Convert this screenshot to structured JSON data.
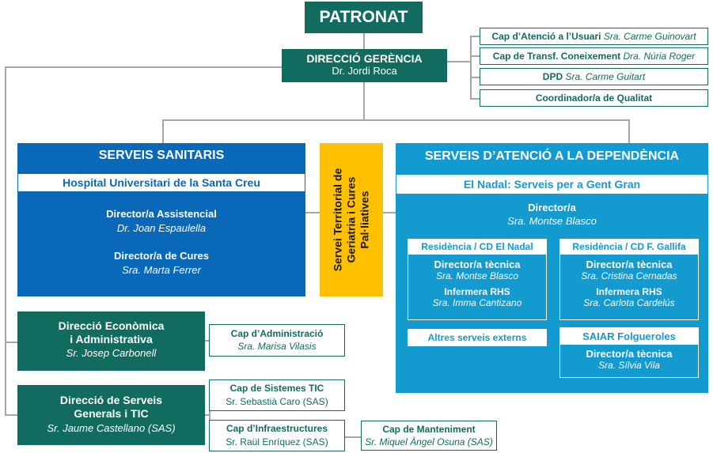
{
  "patronat": "PATRONAT",
  "direccio_gerencia": {
    "title": "DIRECCIÓ GERÈNCIA",
    "person": "Dr. Jordi Roca"
  },
  "side_boxes": [
    {
      "role": "Cap d’Atenció a l’Usuari",
      "person": "Sra. Carme Guinovart"
    },
    {
      "role": "Cap de Transf. Coneixement",
      "person": "Dra. Núria Roger"
    },
    {
      "role": "DPD",
      "person": "Sra. Carme Guitart"
    },
    {
      "role": "Coordinador/a de Qualitat",
      "person": ""
    }
  ],
  "serveis_sanitaris": {
    "title": "SERVEIS SANITARIS",
    "hospital": "Hospital Universitari de la Santa Creu",
    "directors": [
      {
        "role": "Director/a Assistencial",
        "person": "Dr. Joan Espaulella"
      },
      {
        "role": "Director/a de Cures",
        "person": "Sra. Marta Ferrer"
      }
    ]
  },
  "servei_territorial": "Servei Territorial de Geriatria i Cures Pal·liatives",
  "serveis_dependencia": {
    "title": "SERVEIS D’ATENCIÓ A LA DEPENDÈNCIA",
    "subtitle": "El Nadal: Serveis per a Gent Gran",
    "director_role": "Director/a",
    "director_person": "Sra. Montse Blasco",
    "residencia_nadal": {
      "head": "Residència / CD El Nadal",
      "dt_role": "Director/a tècnica",
      "dt_person": "Sra. Montse Blasco",
      "inf_role": "Infermera RHS",
      "inf_person": "Sra. Imma Cantizano"
    },
    "residencia_gallifa": {
      "head": "Residència / CD F. Gallifa",
      "dt_role": "Director/a tècnica",
      "dt_person": "Sra. Cristina Cernadas",
      "inf_role": "Infermera RHS",
      "inf_person": "Sra. Carlota Cardelús"
    },
    "altres": "Altres serveis externs",
    "saiar": {
      "head": "SAIAR Folgueroles",
      "role": "Director/a tècnica",
      "person": "Sra. Sílvia Vila"
    }
  },
  "direccio_economica": {
    "title_l1": "Direcció Econòmica",
    "title_l2": "i Administrativa",
    "person": "Sr. Josep Carbonell"
  },
  "cap_administracio": {
    "role": "Cap d’Administració",
    "person": "Sra. Marisa Vilasis"
  },
  "direccio_serveis_generals": {
    "title_l1": "Direcció de Serveis",
    "title_l2": "Generals i TIC",
    "person": "Sr. Jaume Castellano (SAS)"
  },
  "cap_sistemes": {
    "role": "Cap de Sistemes TIC",
    "person": "Sr. Sebastià Caro (SAS)"
  },
  "cap_infraestructures": {
    "role": "Cap d’Infraestructures",
    "person": "Sr. Raül Enríquez (SAS)"
  },
  "cap_manteniment": {
    "role": "Cap de Manteniment",
    "person": "Sr. Miquel Àngel Osuna (SAS)"
  },
  "colors": {
    "green": "#116b5f",
    "blue_dark": "#0a68b8",
    "blue_light": "#139bd0",
    "yellow": "#ffc000",
    "line": "#a6a6a6"
  }
}
